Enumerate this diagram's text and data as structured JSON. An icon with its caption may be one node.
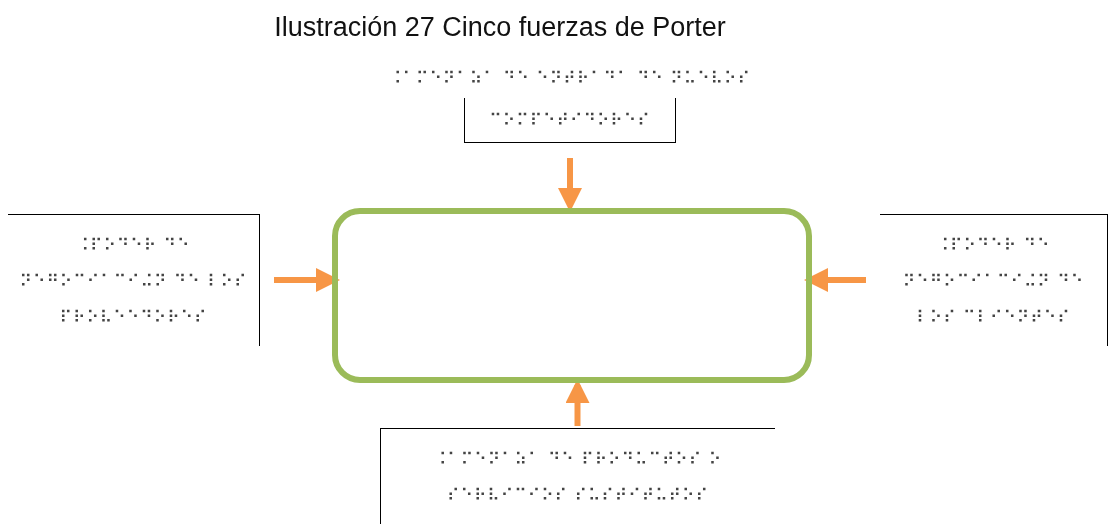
{
  "diagram": {
    "title": "Ilustración 27 Cinco fuerzas de Porter",
    "nodes": [
      {
        "text": [
          "⠨⠁⠍⠑⠝⠁⠵⠁ ⠙⠑ ⠑⠝⠞⠗⠁⠙⠁ ⠙⠑ ⠝⠥⠑⠧⠕⠎",
          "⠉⠕⠍⠏⠑⠞⠊⠙⠕⠗⠑⠎"
        ]
      },
      {
        "text": [
          "⠨⠏⠕⠙⠑⠗ ⠙⠑ ⠝⠑⠛⠕⠉⠊⠁⠉⠊⠬⠝ ⠙⠑ ⠇⠕⠎ ⠏⠗⠕⠧⠑⠑⠙⠕⠗⠑⠎"
        ]
      },
      {
        "text": [],
        "shape": "box"
      },
      {
        "text": [
          "⠨⠏⠕⠙⠑⠗ ⠙⠑ ⠝⠑⠛⠕⠉⠊⠁⠉⠊⠬⠝ ⠙⠑ ⠇⠕⠎ ⠉⠇⠊⠑⠝⠞⠑⠎"
        ]
      },
      {
        "text": [
          "⠨⠁⠍⠑⠝⠁⠵⠁ ⠙⠑ ⠏⠗⠕⠙⠥⠉⠞⠕⠎ ⠕ ⠎⠑⠗⠧⠊⠉⠊⠕⠎ ⠎⠥⠎⠞⠊⠞⠥⠞⠕⠎"
        ]
      }
    ],
    "edges": [
      {
        "from": 0,
        "to": 2,
        "arrow": "to"
      },
      {
        "from": 1,
        "to": 2,
        "arrow": "to"
      },
      {
        "from": 3,
        "to": 2,
        "arrow": "to"
      },
      {
        "from": 4,
        "to": 2,
        "arrow": "to"
      }
    ]
  }
}
